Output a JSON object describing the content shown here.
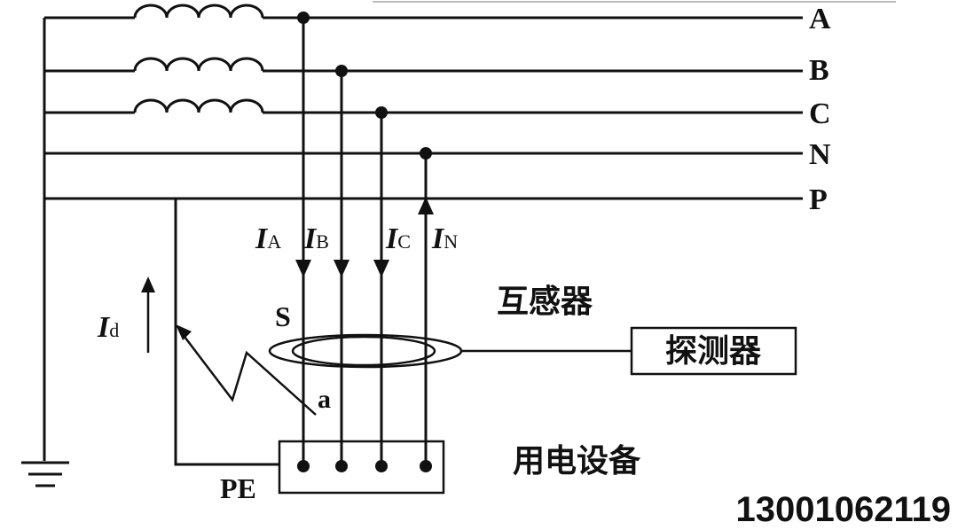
{
  "lines": {
    "a": "A",
    "b": "B",
    "c": "C",
    "n": "N",
    "p": "P"
  },
  "currents": {
    "ia": {
      "sym": "I",
      "sub": "A"
    },
    "ib": {
      "sym": "I",
      "sub": "B"
    },
    "ic": {
      "sym": "I",
      "sub": "C"
    },
    "in": {
      "sym": "I",
      "sub": "N"
    },
    "id": {
      "sym": "I",
      "sub": "d"
    }
  },
  "labels": {
    "transformer": "互感器",
    "detector": "探测器",
    "equipment": "用电设备",
    "pe": "PE",
    "s": "S",
    "a_point": "a"
  },
  "watermark": "13001062119"
}
